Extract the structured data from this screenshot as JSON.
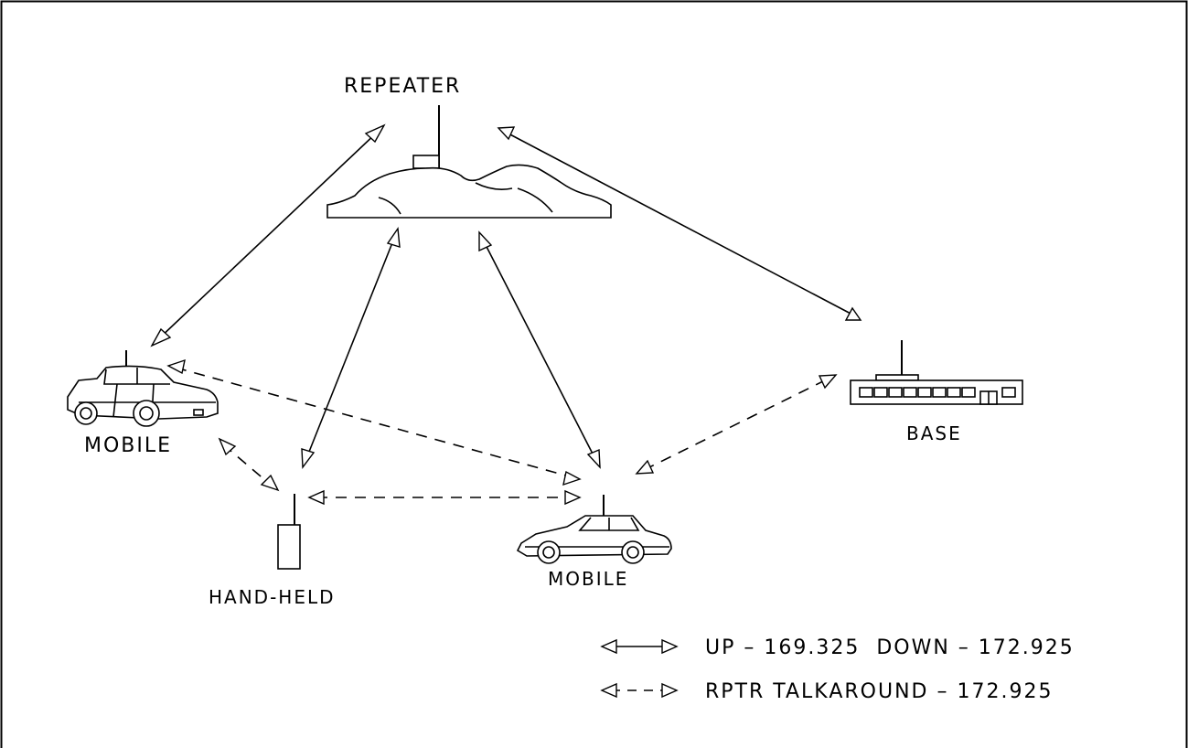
{
  "nodes": {
    "repeater": "REPEATER",
    "mobile_car": "MOBILE",
    "hand_held": "HAND-HELD",
    "mobile_sedan": "MOBILE",
    "base": "BASE"
  },
  "legend": {
    "solid_text": "UP – 169.325  DOWN – 172.925",
    "dashed_text": "RPTR TALKAROUND – 172.925"
  }
}
